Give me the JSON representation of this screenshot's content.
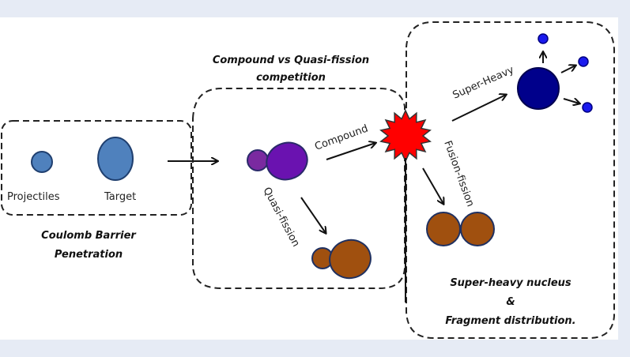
{
  "diagram": {
    "stages": {
      "entrance": {
        "caption_line1": "Coulomb Barrier",
        "caption_line2": "Penetration",
        "projectile_label": "Projectiles",
        "target_label": "Target"
      },
      "competition": {
        "caption_line1": "Compound vs Quasi-fission",
        "caption_line2": "competition",
        "compound_label": "Compound",
        "quasifission_label": "Quasi-fission"
      },
      "outcome": {
        "super_heavy_label": "Super-Heavy",
        "fusion_fission_label": "Fusion-fission",
        "caption_line1": "Super-heavy nucleus",
        "caption_line2": "&",
        "caption_line3": "Fragment distribution."
      }
    },
    "colors": {
      "projectile": "#4f81bd",
      "dinuclear": "#7030a0",
      "compound_star": "#ff0000",
      "super_heavy": "#00008b",
      "emitted_particle": "#1a1aee",
      "fragment": "#a0500f",
      "background": "#e6ebf5"
    }
  }
}
